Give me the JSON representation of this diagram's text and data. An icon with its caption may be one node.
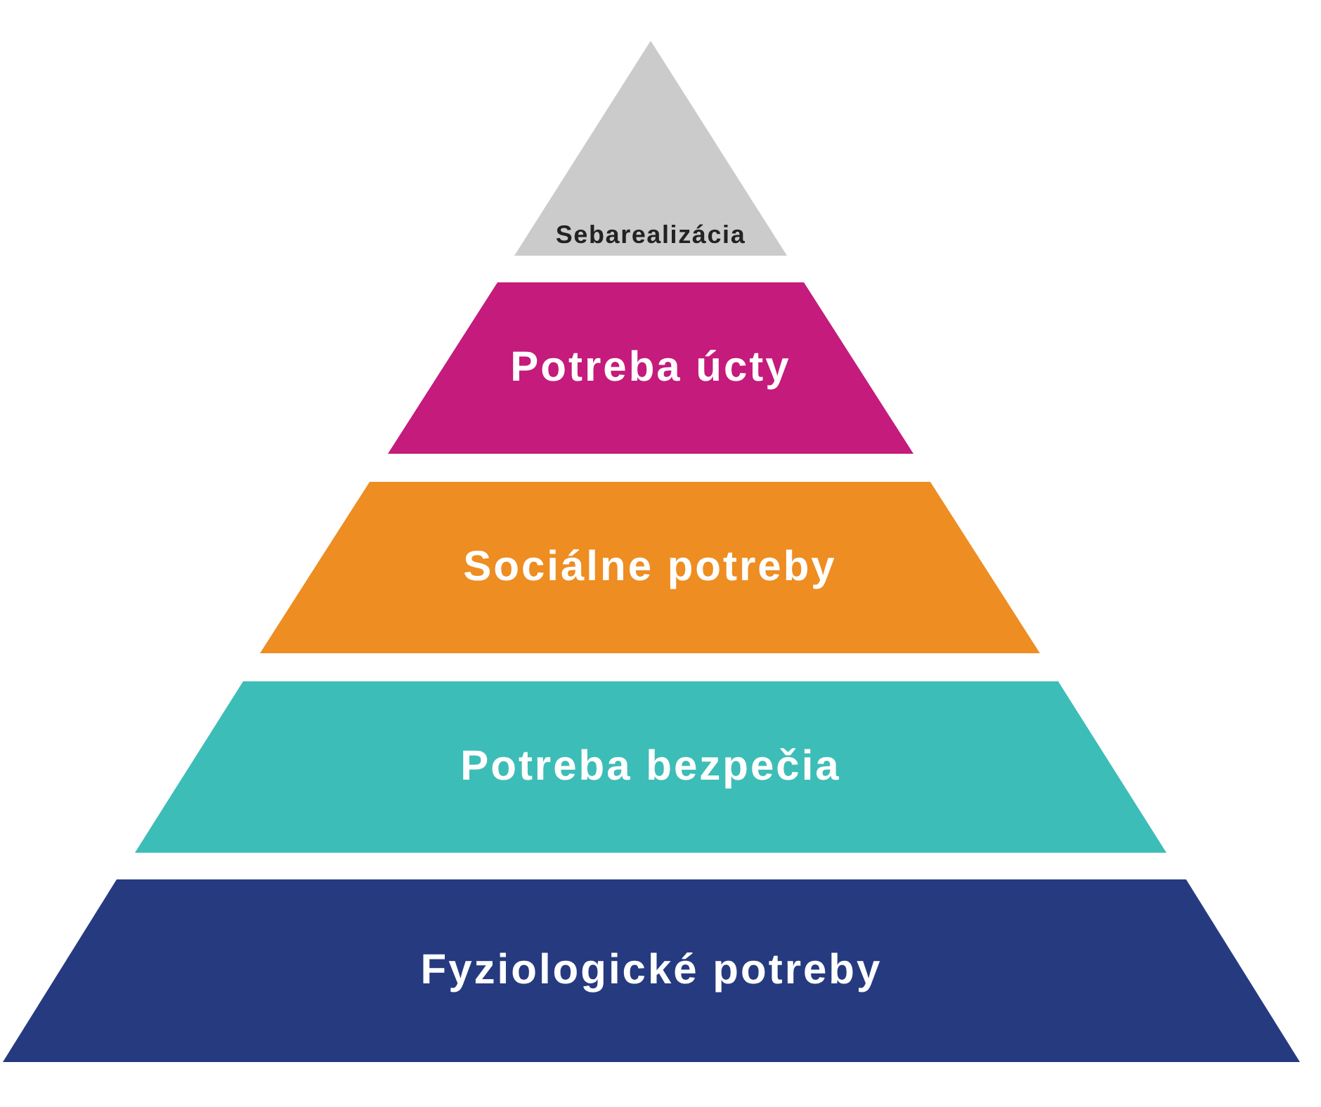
{
  "diagram": {
    "nodes": [
      {
        "text": [
          "Sebarealizácia"
        ]
      },
      {
        "text": [
          "Potreba úcty"
        ]
      },
      {
        "text": [
          "Sociálne potreby"
        ]
      },
      {
        "text": [
          "Potreba bezpečia"
        ]
      },
      {
        "text": [
          "Fyziologické potreby"
        ]
      }
    ]
  }
}
